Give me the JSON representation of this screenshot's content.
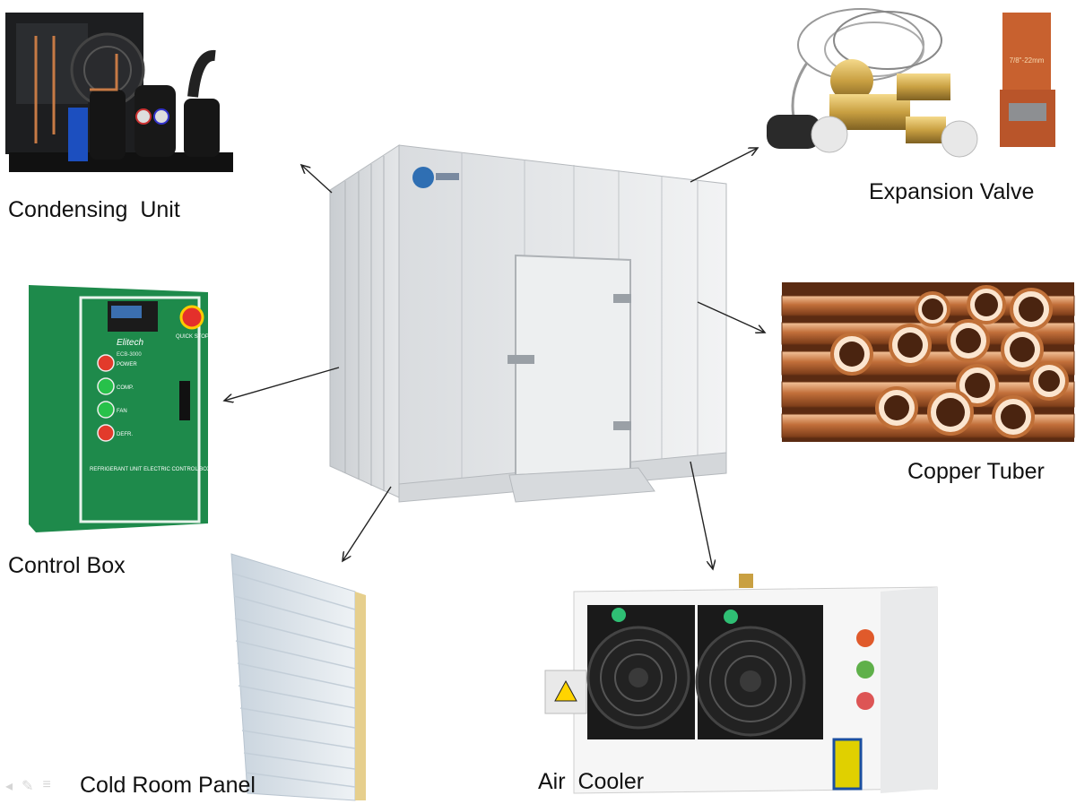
{
  "labels": {
    "condensing_unit": "Condensing  Unit",
    "expansion_valve": "Expansion Valve",
    "copper_tuber": "Copper Tuber",
    "control_box": "Control Box",
    "cold_room_panel": "Cold Room Panel",
    "air_cooler": "Air  Cooler"
  },
  "control_box": {
    "brand": "Elitech",
    "model": "ECB-3000",
    "quick_stop": "QUICK STOP",
    "lights": [
      "POWER",
      "COMP.",
      "FAN",
      "DEFR."
    ],
    "caption": "REFRIGERANT UNIT ELECTRIC CONTROL BOX"
  },
  "expansion_valve": {
    "tag": "7/8\"-22mm"
  },
  "colors": {
    "green_box": "#1f8a4c",
    "copper": "#c77a45",
    "panel": "#e6e8ea",
    "arrow": "#222222"
  }
}
